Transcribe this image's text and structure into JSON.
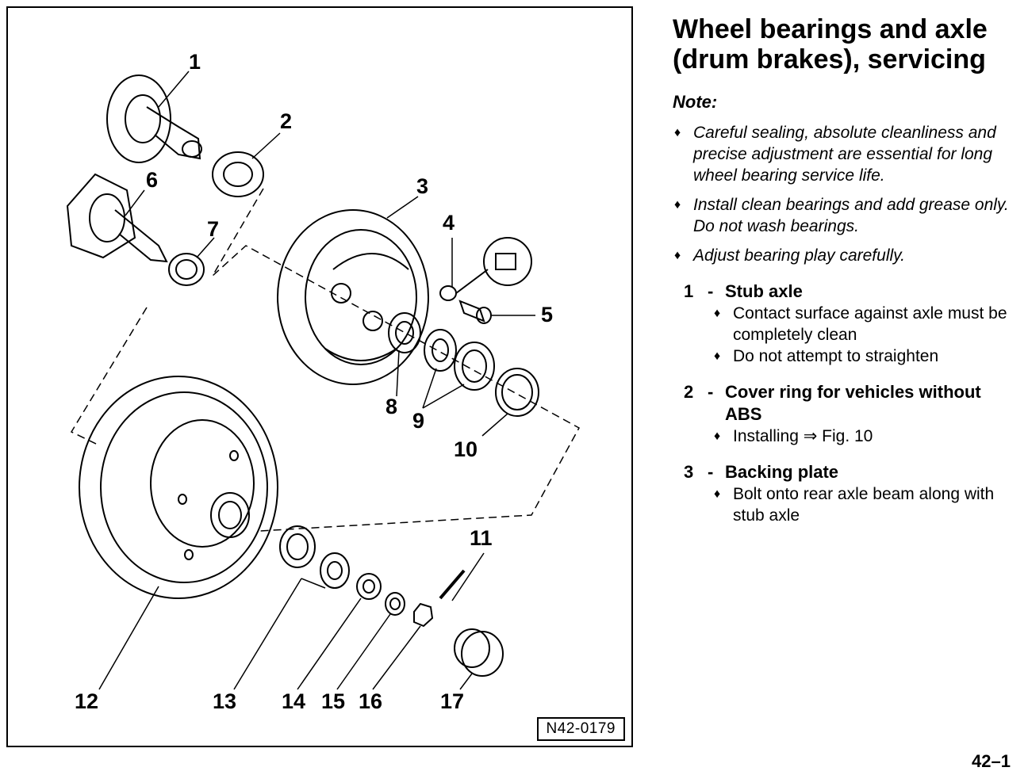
{
  "figure": {
    "callouts": [
      "1",
      "2",
      "3",
      "4",
      "5",
      "6",
      "7",
      "8",
      "9",
      "10",
      "11",
      "12",
      "13",
      "14",
      "15",
      "16",
      "17"
    ],
    "code": "N42-0179"
  },
  "title": "Wheel bearings and axle (drum brakes), servicing",
  "note": {
    "label": "Note:",
    "items": [
      "Careful sealing, absolute cleanliness and precise adjustment are essential for long wheel bearing service life.",
      "Install clean bearings and add grease only.  Do not wash bearings.",
      "Adjust bearing play carefully."
    ]
  },
  "items": [
    {
      "num": "1",
      "title": "Stub axle",
      "details": [
        "Contact surface against axle must be completely clean",
        "Do not attempt to straighten"
      ]
    },
    {
      "num": "2",
      "title": "Cover ring for vehicles with­out ABS",
      "details": [
        "Installing ⇒ Fig. 10"
      ]
    },
    {
      "num": "3",
      "title": "Backing plate",
      "details": [
        "Bolt onto rear axle beam along with stub axle"
      ]
    }
  ],
  "bullet_glyph": "♦",
  "separator": "-",
  "page_number": "42–1"
}
